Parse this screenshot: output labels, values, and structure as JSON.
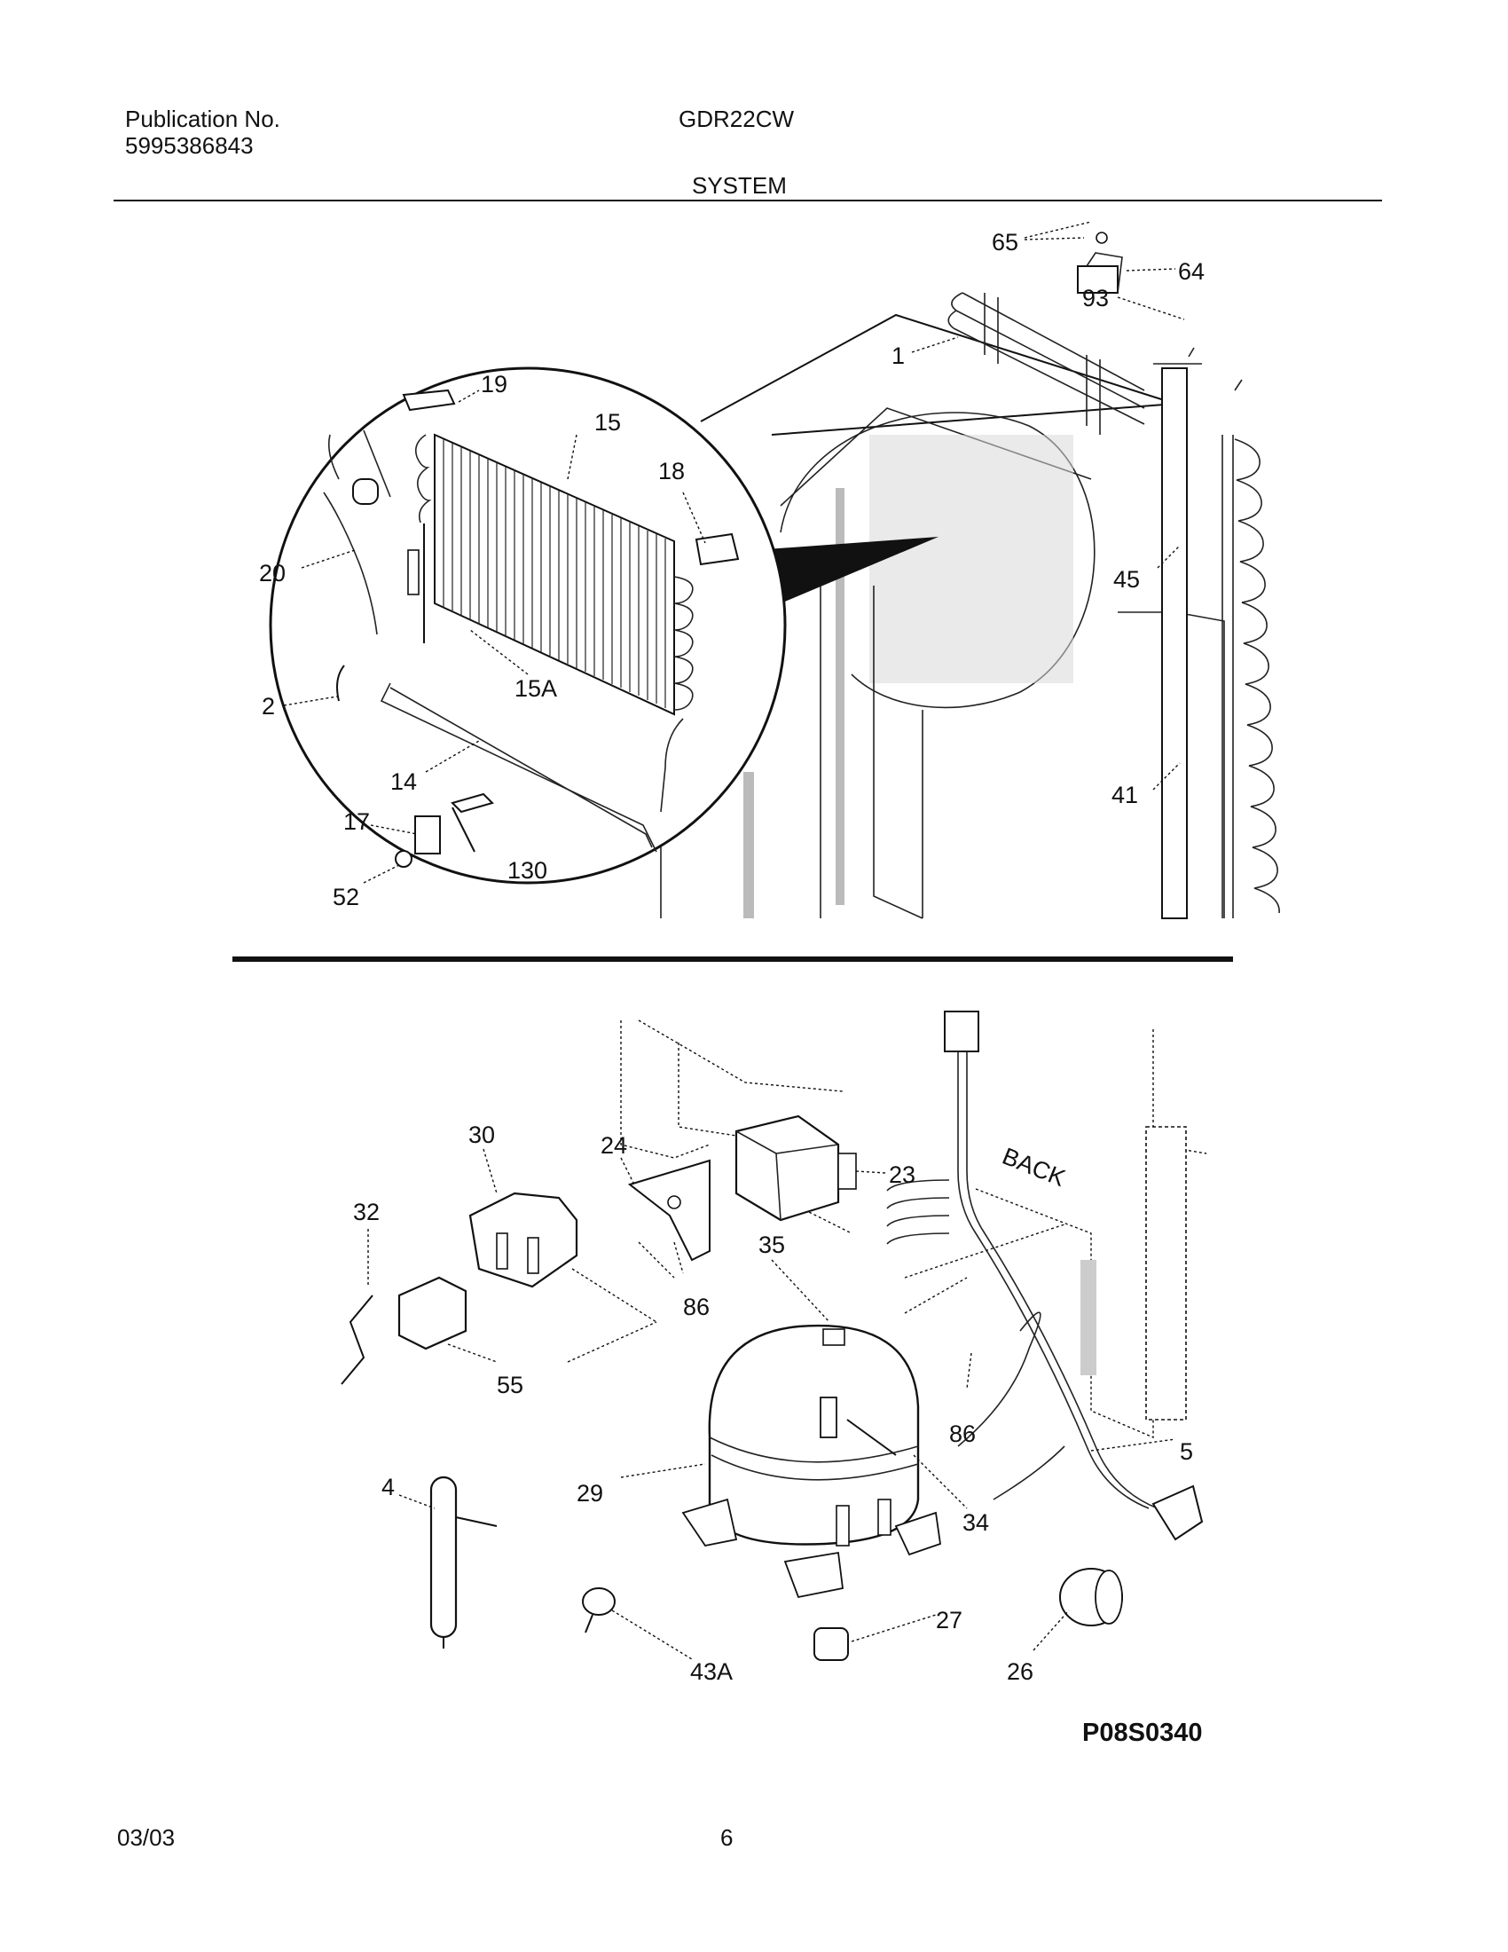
{
  "header": {
    "publication_label": "Publication No.",
    "publication_number": "5995386843",
    "model": "GDR22CW",
    "section": "SYSTEM"
  },
  "footer": {
    "date": "03/03",
    "page": "6"
  },
  "diagram_code": "P08S0340",
  "back_label": "BACK",
  "top_callouts": {
    "c65": "65",
    "c64": "64",
    "c93": "93",
    "c1": "1",
    "c19": "19",
    "c15": "15",
    "c18": "18",
    "c20": "20",
    "c45": "45",
    "c15a": "15A",
    "c2": "2",
    "c14": "14",
    "c41": "41",
    "c17": "17",
    "c130": "130",
    "c52": "52"
  },
  "bottom_callouts": {
    "c30": "30",
    "c24": "24",
    "c23": "23",
    "c32": "32",
    "c35": "35",
    "c86a": "86",
    "c55": "55",
    "c86b": "86",
    "c5": "5",
    "c4": "4",
    "c29": "29",
    "c34": "34",
    "c27": "27",
    "c43a": "43A",
    "c26": "26"
  }
}
